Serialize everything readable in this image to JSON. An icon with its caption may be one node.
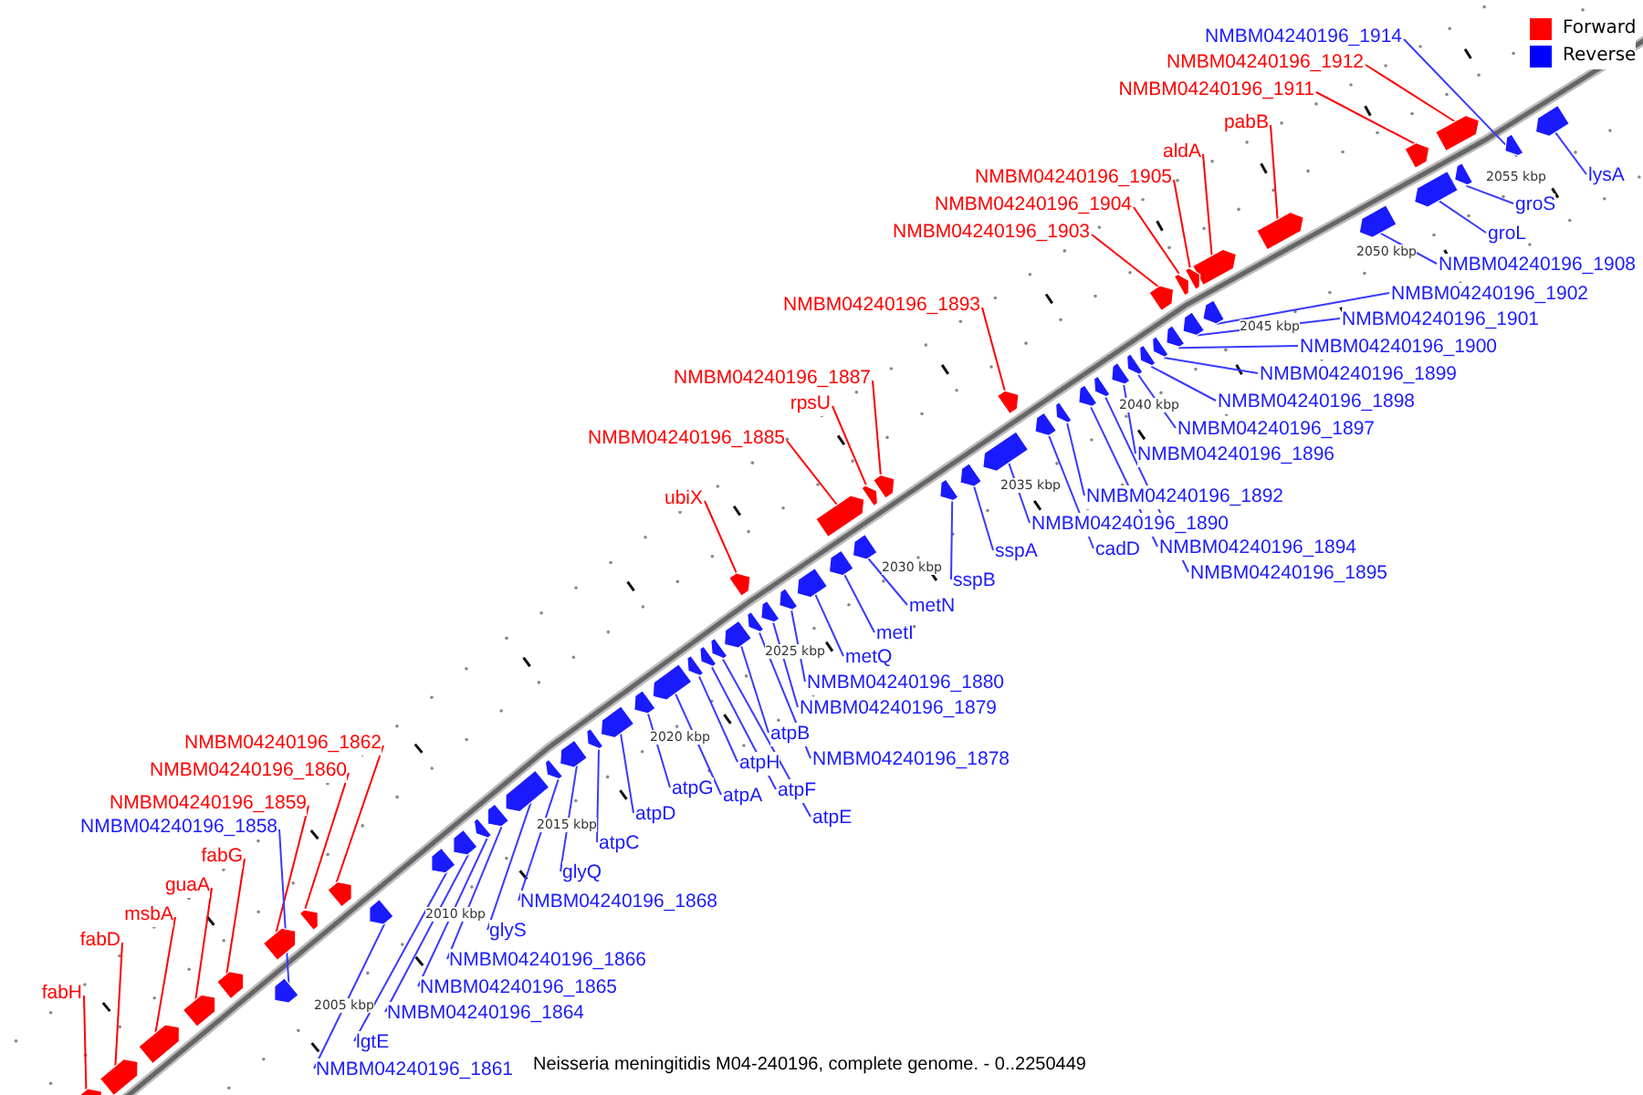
{
  "diagram": {
    "caption": "Neisseria meningitidis M04-240196, complete genome. - 0..2250449",
    "nodes": [
      {
        "text": [
          "NMBM04240196_1914"
        ]
      },
      {
        "text": [
          "NMBM04240196_1912"
        ]
      },
      {
        "text": [
          "NMBM04240196_1911"
        ]
      },
      {
        "text": [
          "pabB"
        ]
      },
      {
        "text": [
          "aldA"
        ]
      },
      {
        "text": [
          "NMBM04240196_1905"
        ]
      },
      {
        "text": [
          "NMBM04240196_1904"
        ]
      },
      {
        "text": [
          "NMBM04240196_1903"
        ]
      },
      {
        "text": [
          "lysA"
        ]
      },
      {
        "text": [
          "groS"
        ]
      },
      {
        "text": [
          "groL"
        ]
      },
      {
        "text": [
          "NMBM04240196_1908"
        ]
      },
      {
        "text": [
          "NMBM04240196_1902"
        ]
      },
      {
        "text": [
          "NMBM04240196_1901"
        ]
      },
      {
        "text": [
          "NMBM04240196_1900"
        ]
      },
      {
        "text": [
          "NMBM04240196_1899"
        ]
      },
      {
        "text": [
          "NMBM04240196_1898"
        ]
      },
      {
        "text": [
          "NMBM04240196_1897"
        ]
      },
      {
        "text": [
          "NMBM04240196_1896"
        ]
      },
      {
        "text": [
          "NMBM04240196_1893"
        ]
      },
      {
        "text": [
          "NMBM04240196_1887"
        ]
      },
      {
        "text": [
          "rpsU"
        ]
      },
      {
        "text": [
          "NMBM04240196_1885"
        ]
      },
      {
        "text": [
          "ubiX"
        ]
      },
      {
        "text": [
          "NMBM04240196_1892"
        ]
      },
      {
        "text": [
          "NMBM04240196_1890"
        ]
      },
      {
        "text": [
          "cadD"
        ]
      },
      {
        "text": [
          "NMBM04240196_1894"
        ]
      },
      {
        "text": [
          "NMBM04240196_1895"
        ]
      },
      {
        "text": [
          "sspA"
        ]
      },
      {
        "text": [
          "sspB"
        ]
      },
      {
        "text": [
          "metN"
        ]
      },
      {
        "text": [
          "metI"
        ]
      },
      {
        "text": [
          "metQ"
        ]
      },
      {
        "text": [
          "NMBM04240196_1880"
        ]
      },
      {
        "text": [
          "NMBM04240196_1879"
        ]
      },
      {
        "text": [
          "atpB"
        ]
      },
      {
        "text": [
          "NMBM04240196_1878"
        ]
      },
      {
        "text": [
          "atpH"
        ]
      },
      {
        "text": [
          "atpA"
        ]
      },
      {
        "text": [
          "atpF"
        ]
      },
      {
        "text": [
          "atpE"
        ]
      },
      {
        "text": [
          "atpG"
        ]
      },
      {
        "text": [
          "atpD"
        ]
      },
      {
        "text": [
          "atpC"
        ]
      },
      {
        "text": [
          "glyQ"
        ]
      },
      {
        "text": [
          "NMBM04240196_1868"
        ]
      },
      {
        "text": [
          "glyS"
        ]
      },
      {
        "text": [
          "NMBM04240196_1866"
        ]
      },
      {
        "text": [
          "NMBM04240196_1865"
        ]
      },
      {
        "text": [
          "NMBM04240196_1864"
        ]
      },
      {
        "text": [
          "lgtE"
        ]
      },
      {
        "text": [
          "NMBM04240196_1861"
        ]
      },
      {
        "text": [
          "NMBM04240196_1862"
        ]
      },
      {
        "text": [
          "NMBM04240196_1860"
        ]
      },
      {
        "text": [
          "NMBM04240196_1859"
        ]
      },
      {
        "text": [
          "NMBM04240196_1858"
        ]
      },
      {
        "text": [
          "fabG"
        ]
      },
      {
        "text": [
          "guaA"
        ]
      },
      {
        "text": [
          "msbA"
        ]
      },
      {
        "text": [
          "fabD"
        ]
      },
      {
        "text": [
          "fabH"
        ]
      },
      {
        "text": [],
        "shape": "arrow"
      },
      {
        "text": [],
        "shape": "arrow"
      },
      {
        "text": [],
        "shape": "arrow"
      },
      {
        "text": [],
        "shape": "arrow"
      },
      {
        "text": [],
        "shape": "arrow"
      },
      {
        "text": [],
        "shape": "arrow"
      },
      {
        "text": [],
        "shape": "arrow"
      },
      {
        "text": [],
        "shape": "arrow"
      },
      {
        "text": [],
        "shape": "arrow"
      },
      {
        "text": [],
        "shape": "arrow"
      },
      {
        "text": [],
        "shape": "arrow"
      },
      {
        "text": [],
        "shape": "arrow"
      },
      {
        "text": [],
        "shape": "arrow"
      },
      {
        "text": [],
        "shape": "arrow"
      },
      {
        "text": [],
        "shape": "arrow"
      },
      {
        "text": [],
        "shape": "arrow"
      },
      {
        "text": [],
        "shape": "arrow"
      },
      {
        "text": [],
        "shape": "arrow"
      },
      {
        "text": [],
        "shape": "arrow"
      },
      {
        "text": [],
        "shape": "arrow"
      },
      {
        "text": [],
        "shape": "arrow"
      },
      {
        "text": [],
        "shape": "arrow"
      },
      {
        "text": [],
        "shape": "arrow"
      },
      {
        "text": [],
        "shape": "arrow"
      },
      {
        "text": [],
        "shape": "arrow"
      },
      {
        "text": [],
        "shape": "arrow"
      },
      {
        "text": [],
        "shape": "arrow"
      },
      {
        "text": [],
        "shape": "arrow"
      },
      {
        "text": [],
        "shape": "arrow"
      },
      {
        "text": [],
        "shape": "arrow"
      },
      {
        "text": [],
        "shape": "arrow"
      },
      {
        "text": [],
        "shape": "arrow"
      },
      {
        "text": [],
        "shape": "arrow"
      },
      {
        "text": [],
        "shape": "arrow"
      },
      {
        "text": [],
        "shape": "arrow"
      },
      {
        "text": [],
        "shape": "arrow"
      },
      {
        "text": [],
        "shape": "arrow"
      },
      {
        "text": [],
        "shape": "arrow"
      },
      {
        "text": [],
        "shape": "arrow"
      },
      {
        "text": [],
        "shape": "arrow"
      },
      {
        "text": [],
        "shape": "arrow"
      },
      {
        "text": [],
        "shape": "arrow"
      },
      {
        "text": [],
        "shape": "arrow"
      },
      {
        "text": [],
        "shape": "arrow"
      },
      {
        "text": [],
        "shape": "arrow"
      },
      {
        "text": [],
        "shape": "arrow"
      },
      {
        "text": [],
        "shape": "arrow"
      },
      {
        "text": [],
        "shape": "arrow"
      },
      {
        "text": [],
        "shape": "arrow"
      },
      {
        "text": [],
        "shape": "arrow"
      },
      {
        "text": [],
        "shape": "arrow"
      },
      {
        "text": [],
        "shape": "arrow"
      },
      {
        "text": [],
        "shape": "arrow"
      },
      {
        "text": [],
        "shape": "arrow"
      },
      {
        "text": [],
        "shape": "arrow"
      },
      {
        "text": [],
        "shape": "arrow"
      },
      {
        "text": [],
        "shape": "arrow"
      },
      {
        "text": [],
        "shape": "arrow"
      },
      {
        "text": [],
        "shape": "arrow"
      },
      {
        "text": [],
        "shape": "arrow"
      },
      {
        "text": [],
        "shape": "arrow"
      },
      {
        "text": [],
        "shape": "arrow"
      }
    ],
    "edges": [
      {
        "from": 0,
        "to": 62,
        "arrow": "none"
      },
      {
        "from": 1,
        "to": 63,
        "arrow": "none",
        "color": "#ff0000"
      },
      {
        "from": 2,
        "to": 64,
        "arrow": "none",
        "color": "#ff0000"
      },
      {
        "from": 3,
        "to": 65,
        "arrow": "none",
        "color": "#ff0000"
      },
      {
        "from": 4,
        "to": 66,
        "arrow": "none",
        "color": "#ff0000"
      },
      {
        "from": 5,
        "to": 67,
        "arrow": "none",
        "color": "#ff0000"
      },
      {
        "from": 6,
        "to": 68,
        "arrow": "none",
        "color": "#ff0000"
      },
      {
        "from": 7,
        "to": 69,
        "arrow": "none",
        "color": "#ff0000"
      },
      {
        "from": 8,
        "to": 70,
        "arrow": "none"
      },
      {
        "from": 9,
        "to": 71,
        "arrow": "none"
      },
      {
        "from": 10,
        "to": 72,
        "arrow": "none"
      },
      {
        "from": 11,
        "to": 73,
        "arrow": "none"
      },
      {
        "from": 12,
        "to": 74,
        "arrow": "none"
      },
      {
        "from": 13,
        "to": 75,
        "arrow": "none"
      },
      {
        "from": 14,
        "to": 76,
        "arrow": "none"
      },
      {
        "from": 15,
        "to": 77,
        "arrow": "none"
      },
      {
        "from": 16,
        "to": 78,
        "arrow": "none"
      },
      {
        "from": 17,
        "to": 79,
        "arrow": "none"
      },
      {
        "from": 18,
        "to": 80,
        "arrow": "none"
      },
      {
        "from": 19,
        "to": 81,
        "arrow": "none",
        "color": "#ff0000"
      },
      {
        "from": 20,
        "to": 82,
        "arrow": "none",
        "color": "#ff0000"
      },
      {
        "from": 21,
        "to": 83,
        "arrow": "none",
        "color": "#ff0000"
      },
      {
        "from": 22,
        "to": 84,
        "arrow": "none",
        "color": "#ff0000"
      },
      {
        "from": 23,
        "to": 85,
        "arrow": "none",
        "color": "#ff0000"
      },
      {
        "from": 24,
        "to": 86,
        "arrow": "none"
      },
      {
        "from": 25,
        "to": 87,
        "arrow": "none"
      },
      {
        "from": 26,
        "to": 88,
        "arrow": "none"
      },
      {
        "from": 27,
        "to": 89,
        "arrow": "none"
      },
      {
        "from": 28,
        "to": 90,
        "arrow": "none"
      },
      {
        "from": 29,
        "to": 91,
        "arrow": "none"
      },
      {
        "from": 30,
        "to": 92,
        "arrow": "none"
      },
      {
        "from": 31,
        "to": 93,
        "arrow": "none"
      },
      {
        "from": 32,
        "to": 94,
        "arrow": "none"
      },
      {
        "from": 33,
        "to": 95,
        "arrow": "none"
      },
      {
        "from": 34,
        "to": 96,
        "arrow": "none"
      },
      {
        "from": 35,
        "to": 97,
        "arrow": "none"
      },
      {
        "from": 36,
        "to": 98,
        "arrow": "none"
      },
      {
        "from": 37,
        "to": 99,
        "arrow": "none"
      },
      {
        "from": 38,
        "to": 100,
        "arrow": "none"
      },
      {
        "from": 39,
        "to": 101,
        "arrow": "none"
      },
      {
        "from": 40,
        "to": 102,
        "arrow": "none"
      },
      {
        "from": 41,
        "to": 103,
        "arrow": "none"
      },
      {
        "from": 42,
        "to": 104,
        "arrow": "none"
      },
      {
        "from": 43,
        "to": 105,
        "arrow": "none"
      },
      {
        "from": 44,
        "to": 106,
        "arrow": "none"
      },
      {
        "from": 45,
        "to": 107,
        "arrow": "none"
      },
      {
        "from": 46,
        "to": 108,
        "arrow": "none"
      },
      {
        "from": 47,
        "to": 109,
        "arrow": "none"
      },
      {
        "from": 48,
        "to": 110,
        "arrow": "none"
      },
      {
        "from": 49,
        "to": 111,
        "arrow": "none"
      },
      {
        "from": 50,
        "to": 112,
        "arrow": "none"
      },
      {
        "from": 51,
        "to": 113,
        "arrow": "none"
      },
      {
        "from": 52,
        "to": 114,
        "arrow": "none"
      },
      {
        "from": 53,
        "to": 115,
        "arrow": "none",
        "color": "#ff0000"
      },
      {
        "from": 54,
        "to": 116,
        "arrow": "none",
        "color": "#ff0000"
      },
      {
        "from": 55,
        "to": 117,
        "arrow": "none",
        "color": "#ff0000"
      },
      {
        "from": 56,
        "to": 118,
        "arrow": "none"
      },
      {
        "from": 57,
        "to": 119,
        "arrow": "none",
        "color": "#ff0000"
      },
      {
        "from": 58,
        "to": 120,
        "arrow": "none",
        "color": "#ff0000"
      },
      {
        "from": 59,
        "to": 121,
        "arrow": "none",
        "color": "#ff0000"
      },
      {
        "from": 60,
        "to": 122,
        "arrow": "none",
        "color": "#ff0000"
      },
      {
        "from": 61,
        "to": 123,
        "arrow": "none",
        "color": "#ff0000"
      }
    ],
    "labels": [
      "2005 kbp",
      "2010 kbp",
      "2015 kbp",
      "2020 kbp",
      "2025 kbp",
      "2030 kbp",
      "2035 kbp",
      "2040 kbp",
      "2045 kbp",
      "2050 kbp",
      "2055 kbp"
    ],
    "legend": [
      {
        "text": "Forward",
        "color": "#ff0000"
      },
      {
        "text": "Reverse",
        "color": "#0000ff"
      }
    ]
  }
}
